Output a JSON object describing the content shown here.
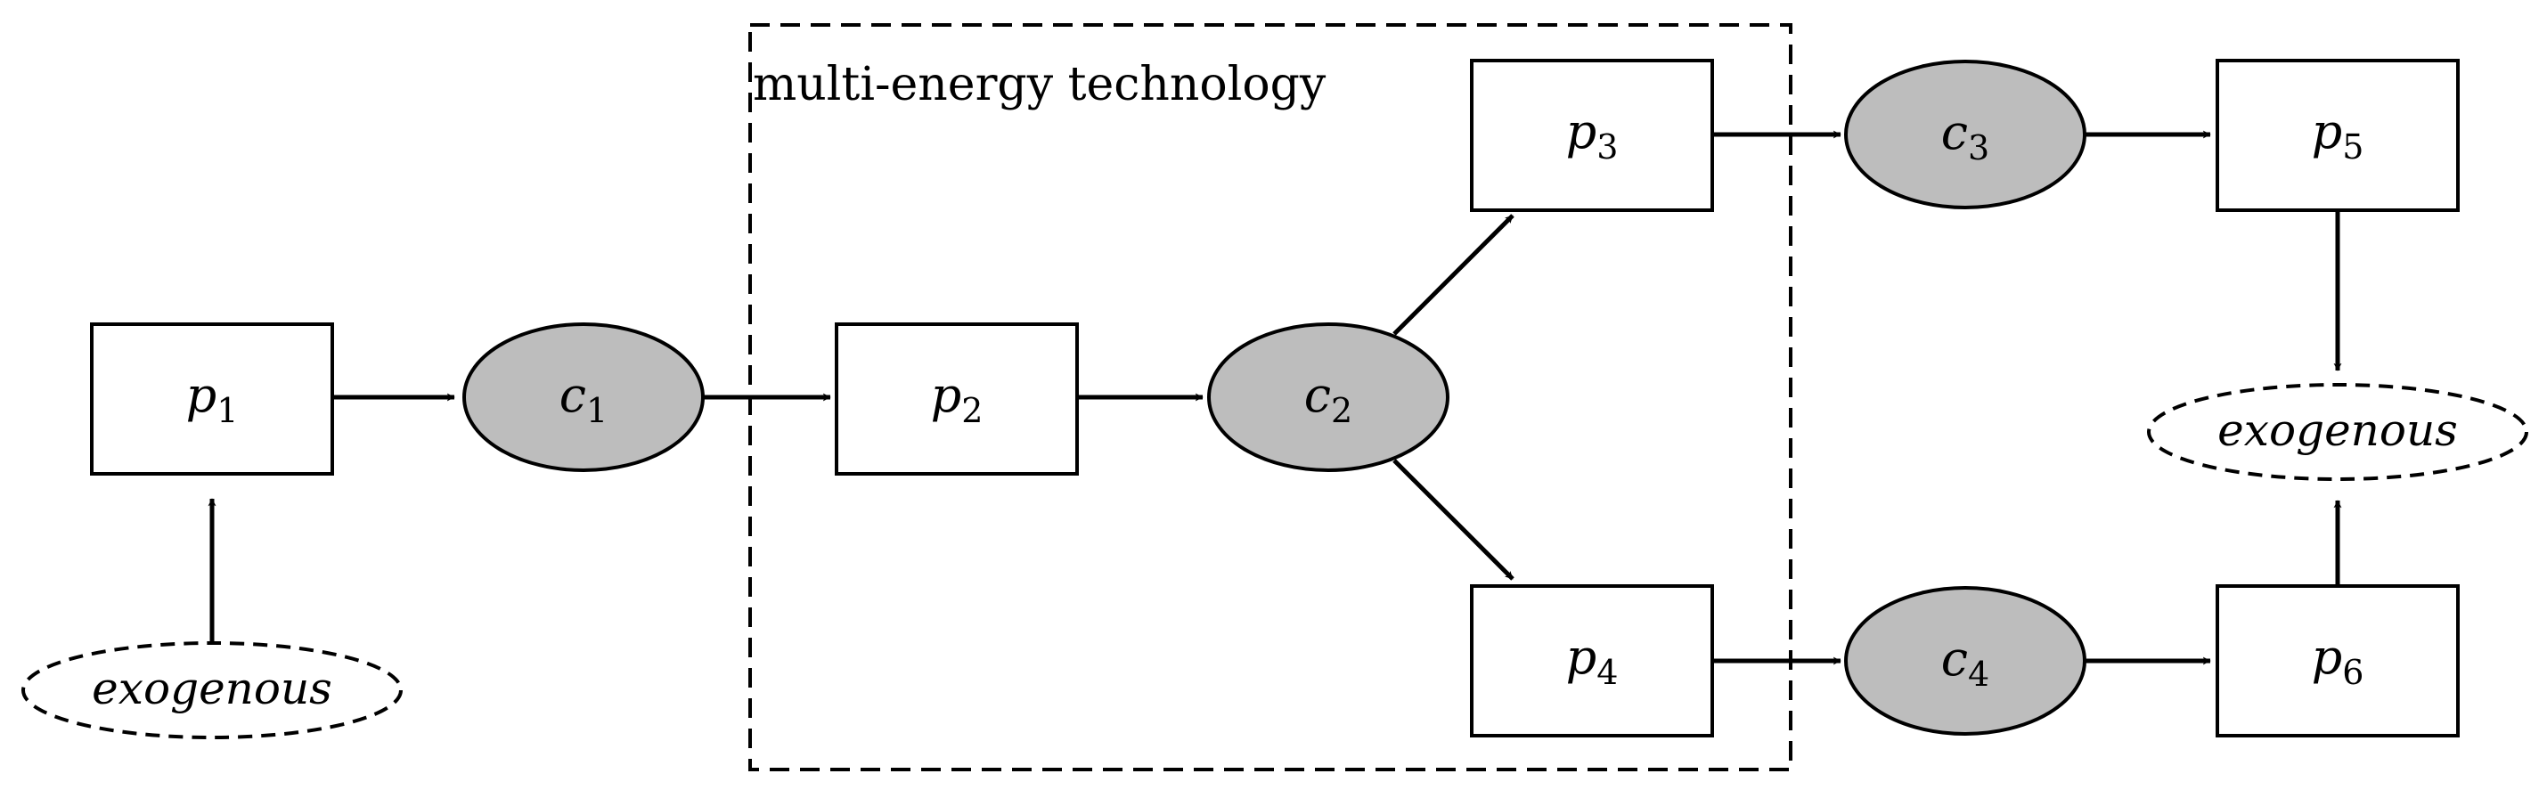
{
  "group": {
    "label": "multi-energy technology"
  },
  "nodes": {
    "p1": {
      "main": "p",
      "sub": "1"
    },
    "p2": {
      "main": "p",
      "sub": "2"
    },
    "p3": {
      "main": "p",
      "sub": "3"
    },
    "p4": {
      "main": "p",
      "sub": "4"
    },
    "p5": {
      "main": "p",
      "sub": "5"
    },
    "p6": {
      "main": "p",
      "sub": "6"
    },
    "c1": {
      "main": "c",
      "sub": "1"
    },
    "c2": {
      "main": "c",
      "sub": "2"
    },
    "c3": {
      "main": "c",
      "sub": "3"
    },
    "c4": {
      "main": "c",
      "sub": "4"
    }
  },
  "exogenous": {
    "input": "exogenous",
    "output": "exogenous"
  },
  "colors": {
    "commodity_fill": "#bdbdbd",
    "process_fill": "#ffffff",
    "stroke": "#000000"
  }
}
